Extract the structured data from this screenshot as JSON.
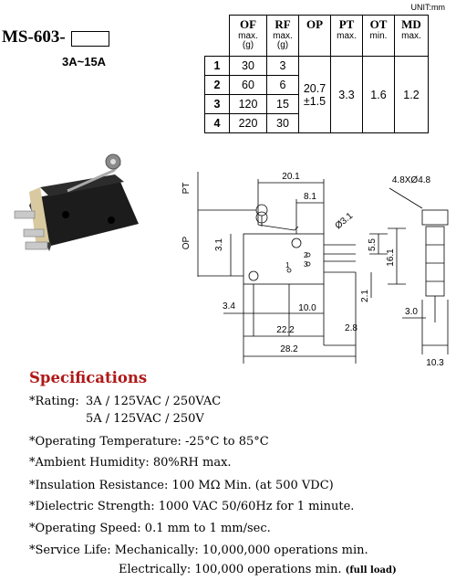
{
  "header": {
    "unit": "UNIT:mm",
    "model": "MS-603-",
    "rating_range": "3A~15A"
  },
  "table": {
    "columns": [
      {
        "name": "OF",
        "sub": [
          "max.",
          "(g)"
        ]
      },
      {
        "name": "RF",
        "sub": [
          "max.",
          "(g)"
        ]
      },
      {
        "name": "OP",
        "sub": []
      },
      {
        "name": "PT",
        "sub": [
          "max."
        ]
      },
      {
        "name": "OT",
        "sub": [
          "min."
        ]
      },
      {
        "name": "MD",
        "sub": [
          "max."
        ]
      }
    ],
    "rows": [
      {
        "idx": "1",
        "of": "30",
        "rf": "3"
      },
      {
        "idx": "2",
        "of": "60",
        "rf": "6"
      },
      {
        "idx": "3",
        "of": "120",
        "rf": "15"
      },
      {
        "idx": "4",
        "of": "220",
        "rf": "30"
      }
    ],
    "op_value": "20.7",
    "op_tolerance": "±1.5",
    "pt": "3.3",
    "ot": "1.6",
    "md": "1.2"
  },
  "drawing": {
    "labels": {
      "pt": "PT",
      "op": "OP",
      "hole": "4.8XØ4.8",
      "d20_1": "20.1",
      "d8_1": "8.1",
      "roller": "Ø3.1",
      "d3_1": "3.1",
      "d5_5": "5.5",
      "d16_1": "16.1",
      "d2_1": "2.1",
      "d3_4": "3.4",
      "d10_0": "10.0",
      "d22_2": "22.2",
      "d2_8": "2.8",
      "d28_2": "28.2",
      "d3_0": "3.0",
      "d10_3": "10.3",
      "t1": "1",
      "t2": "2",
      "t3": "3"
    }
  },
  "specs": {
    "title": "Specifications",
    "rating_label": "*Rating:",
    "rating_1": "3A / 125VAC / 250VAC",
    "rating_2": "5A / 125VAC / 250V",
    "op_temp": "*Operating Temperature: -25°C to 85°C",
    "humidity": "*Ambient Humidity: 80%RH max.",
    "insulation": "*Insulation Resistance: 100 MΩ Min. (at 500 VDC)",
    "dielectric": "*Dielectric Strength: 1000 VAC 50/60Hz for 1 minute.",
    "speed": "*Operating Speed: 0.1 mm to 1 mm/sec.",
    "service_mech": "*Service Life: Mechanically: 10,000,000 operations min.",
    "service_elec": "Electrically: 100,000 operations min.",
    "full_load": "(full load)"
  }
}
